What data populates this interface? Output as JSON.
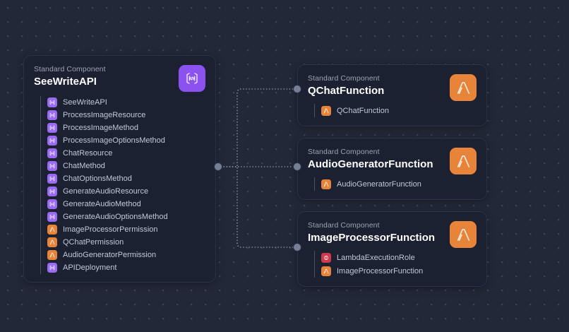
{
  "canvas": {
    "background_color": "#222837",
    "dot_color": "#3b4256"
  },
  "colors": {
    "apigateway": "#8c52f0",
    "lambda": "#e8833a",
    "iam": "#d0384b",
    "card_background": "#1b2130",
    "card_border": "#2c3347",
    "title_text": "#ffffff",
    "subtitle_text": "#9aa2b5",
    "resource_text": "#c2c8d6",
    "port": "#767f96",
    "edge": "#8b93a8"
  },
  "nodes": [
    {
      "id": "seewriteapi",
      "kind": "Standard Component",
      "title": "SeeWriteAPI",
      "badge_icon": "api-gateway-icon",
      "badge_service": "apigw",
      "resources": [
        {
          "label": "SeeWriteAPI",
          "icon": "api-gateway-icon",
          "service": "apigw"
        },
        {
          "label": "ProcessImageResource",
          "icon": "api-gateway-icon",
          "service": "apigw"
        },
        {
          "label": "ProcessImageMethod",
          "icon": "api-gateway-icon",
          "service": "apigw"
        },
        {
          "label": "ProcessImageOptionsMethod",
          "icon": "api-gateway-icon",
          "service": "apigw"
        },
        {
          "label": "ChatResource",
          "icon": "api-gateway-icon",
          "service": "apigw"
        },
        {
          "label": "ChatMethod",
          "icon": "api-gateway-icon",
          "service": "apigw"
        },
        {
          "label": "ChatOptionsMethod",
          "icon": "api-gateway-icon",
          "service": "apigw"
        },
        {
          "label": "GenerateAudioResource",
          "icon": "api-gateway-icon",
          "service": "apigw"
        },
        {
          "label": "GenerateAudioMethod",
          "icon": "api-gateway-icon",
          "service": "apigw"
        },
        {
          "label": "GenerateAudioOptionsMethod",
          "icon": "api-gateway-icon",
          "service": "apigw"
        },
        {
          "label": "ImageProcessorPermission",
          "icon": "lambda-icon",
          "service": "lambda"
        },
        {
          "label": "QChatPermission",
          "icon": "lambda-icon",
          "service": "lambda"
        },
        {
          "label": "AudioGeneratorPermission",
          "icon": "lambda-icon",
          "service": "lambda"
        },
        {
          "label": "APIDeployment",
          "icon": "api-gateway-icon",
          "service": "apigw"
        }
      ]
    },
    {
      "id": "qchatfunction",
      "kind": "Standard Component",
      "title": "QChatFunction",
      "badge_icon": "lambda-icon",
      "badge_service": "lambda",
      "resources": [
        {
          "label": "QChatFunction",
          "icon": "lambda-icon",
          "service": "lambda"
        }
      ]
    },
    {
      "id": "audiogeneratorfunction",
      "kind": "Standard Component",
      "title": "AudioGeneratorFunction",
      "badge_icon": "lambda-icon",
      "badge_service": "lambda",
      "resources": [
        {
          "label": "AudioGeneratorFunction",
          "icon": "lambda-icon",
          "service": "lambda"
        }
      ]
    },
    {
      "id": "imageprocessorfunction",
      "kind": "Standard Component",
      "title": "ImageProcessorFunction",
      "badge_icon": "lambda-icon",
      "badge_service": "lambda",
      "resources": [
        {
          "label": "LambdaExecutionRole",
          "icon": "iam-role-icon",
          "service": "iam"
        },
        {
          "label": "ImageProcessorFunction",
          "icon": "lambda-icon",
          "service": "lambda"
        }
      ]
    }
  ]
}
